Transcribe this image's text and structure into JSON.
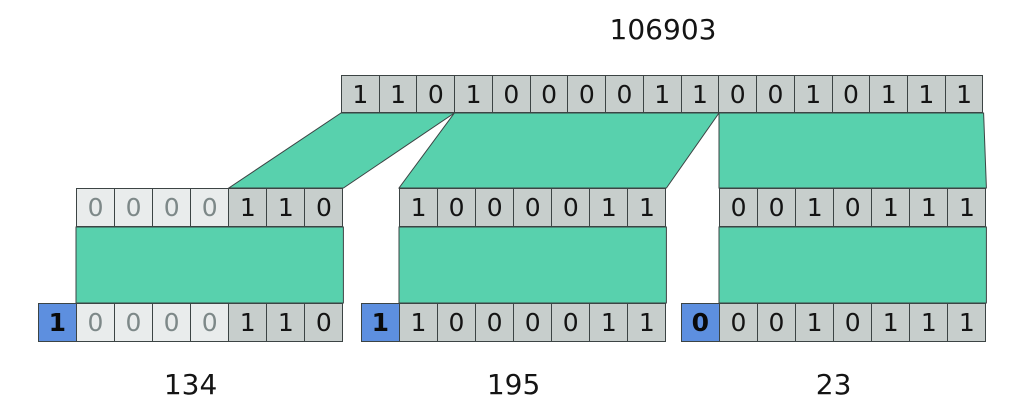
{
  "title": "106903",
  "top_row": {
    "bits": [
      "1",
      "1",
      "0",
      "1",
      "0",
      "0",
      "0",
      "0",
      "1",
      "1",
      "0",
      "0",
      "1",
      "0",
      "1",
      "1",
      "1"
    ]
  },
  "middle_groups": [
    {
      "bits": [
        "0",
        "0",
        "0",
        "0",
        "1",
        "1",
        "0"
      ],
      "padding_count": 4
    },
    {
      "bits": [
        "1",
        "0",
        "0",
        "0",
        "0",
        "1",
        "1"
      ],
      "padding_count": 0
    },
    {
      "bits": [
        "0",
        "0",
        "1",
        "0",
        "1",
        "1",
        "1"
      ],
      "padding_count": 0
    }
  ],
  "bottom_groups": [
    {
      "continuation_bit": "1",
      "bits": [
        "0",
        "0",
        "0",
        "0",
        "1",
        "1",
        "0"
      ],
      "padding_count": 4,
      "label": "134"
    },
    {
      "continuation_bit": "1",
      "bits": [
        "1",
        "0",
        "0",
        "0",
        "0",
        "1",
        "1"
      ],
      "padding_count": 0,
      "label": "195"
    },
    {
      "continuation_bit": "0",
      "bits": [
        "0",
        "0",
        "1",
        "0",
        "1",
        "1",
        "1"
      ],
      "padding_count": 0,
      "label": "23"
    }
  ],
  "colors": {
    "band": "#58d1ad",
    "cell": "#c7cecc",
    "cell_muted": "#e9ecec",
    "cell_continuation": "#5d8fdf",
    "text": "#141414",
    "text_muted": "#7d8888",
    "border": "#3c4444",
    "background": "#ffffff"
  }
}
